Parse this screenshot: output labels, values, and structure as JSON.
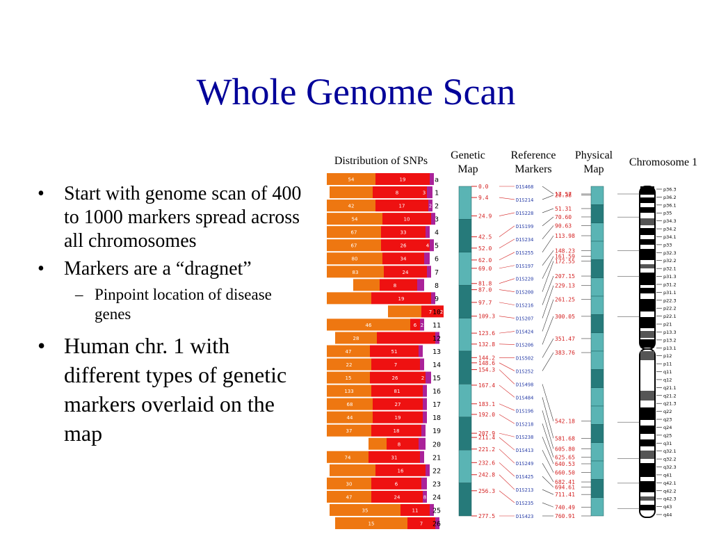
{
  "slide": {
    "title": "Whole Genome Scan",
    "bullets": [
      "Start with genome scan of 400 to 1000 markers spread across all chromosomes",
      "Markers are a “dragnet”",
      "Human chr. 1 with different types of genetic markers overlaid on the map"
    ],
    "sub_bullets": [
      "Pinpoint location of disease genes"
    ]
  },
  "labels": {
    "snps": "Distribution of SNPs",
    "genetic": [
      "Genetic",
      "Map"
    ],
    "reference": [
      "Reference",
      "Markers"
    ],
    "physical": [
      "Physical",
      "Map"
    ],
    "chromosome": "Chromosome 1"
  },
  "colors": {
    "title": "#000099",
    "orange": "#ee7711",
    "red": "#ee1111",
    "purple": "#aa2299",
    "teal_light": "#5ab4b4",
    "teal_dark": "#267a7a",
    "red_text": "#d42020",
    "blue_text": "#2a3fa8"
  },
  "snp_rows": [
    {
      "label": "a",
      "segs": [
        [
          "o",
          54
        ],
        [
          "r",
          19
        ],
        [
          "p",
          ""
        ]
      ]
    },
    {
      "label": "1",
      "segs": [
        [
          "o",
          ""
        ],
        [
          "r",
          8
        ],
        [
          "r",
          3
        ],
        [
          "p",
          ""
        ]
      ]
    },
    {
      "label": "2",
      "segs": [
        [
          "o",
          42
        ],
        [
          "r",
          17
        ],
        [
          "p",
          2
        ]
      ]
    },
    {
      "label": "3",
      "segs": [
        [
          "o",
          54
        ],
        [
          "r",
          10
        ],
        [
          "p",
          ""
        ]
      ]
    },
    {
      "label": "4",
      "segs": [
        [
          "o",
          67
        ],
        [
          "r",
          33
        ],
        [
          "p",
          ""
        ]
      ]
    },
    {
      "label": "5",
      "segs": [
        [
          "o",
          67
        ],
        [
          "r",
          26
        ],
        [
          "r",
          4
        ],
        [
          "p",
          ""
        ]
      ]
    },
    {
      "label": "6",
      "segs": [
        [
          "o",
          80
        ],
        [
          "r",
          34
        ],
        [
          "p",
          ""
        ]
      ]
    },
    {
      "label": "7",
      "segs": [
        [
          "o",
          83
        ],
        [
          "r",
          24
        ],
        [
          "p",
          ""
        ]
      ]
    },
    {
      "label": "8",
      "segs": [
        [
          "o",
          ""
        ],
        [
          "r",
          8
        ],
        [
          "r",
          ""
        ],
        [
          "p",
          ""
        ]
      ]
    },
    {
      "label": "9",
      "segs": [
        [
          "o",
          ""
        ],
        [
          "r",
          19
        ],
        [
          "p",
          ""
        ]
      ]
    },
    {
      "label": "10",
      "segs": [
        [
          "o",
          ""
        ],
        [
          "r",
          7
        ],
        [
          "r",
          2
        ],
        [
          "p",
          ""
        ]
      ]
    },
    {
      "label": "11",
      "segs": [
        [
          "o",
          46
        ],
        [
          "r",
          6
        ],
        [
          "p",
          2
        ]
      ]
    },
    {
      "label": "12",
      "segs": [
        [
          "o",
          28
        ],
        [
          "r",
          ""
        ],
        [
          "p",
          ""
        ]
      ]
    },
    {
      "label": "13",
      "segs": [
        [
          "o",
          47
        ],
        [
          "r",
          51
        ],
        [
          "p",
          ""
        ]
      ]
    },
    {
      "label": "14",
      "segs": [
        [
          "o",
          22
        ],
        [
          "r",
          7
        ],
        [
          "p",
          ""
        ]
      ]
    },
    {
      "label": "15",
      "segs": [
        [
          "o",
          15
        ],
        [
          "r",
          26
        ],
        [
          "r",
          2
        ],
        [
          "p",
          ""
        ]
      ]
    },
    {
      "label": "16",
      "segs": [
        [
          "o",
          133
        ],
        [
          "r",
          81
        ],
        [
          "p",
          ""
        ]
      ]
    },
    {
      "label": "17",
      "segs": [
        [
          "o",
          68
        ],
        [
          "r",
          27
        ],
        [
          "p",
          ""
        ]
      ]
    },
    {
      "label": "18",
      "segs": [
        [
          "o",
          44
        ],
        [
          "r",
          19
        ],
        [
          "p",
          ""
        ]
      ]
    },
    {
      "label": "19",
      "segs": [
        [
          "o",
          37
        ],
        [
          "r",
          18
        ],
        [
          "p",
          ""
        ]
      ]
    },
    {
      "label": "20",
      "segs": [
        [
          "o",
          ""
        ],
        [
          "r",
          8
        ],
        [
          "r",
          ""
        ],
        [
          "p",
          ""
        ]
      ]
    },
    {
      "label": "21",
      "segs": [
        [
          "o",
          74
        ],
        [
          "r",
          31
        ],
        [
          "p",
          ""
        ]
      ]
    },
    {
      "label": "22",
      "segs": [
        [
          "o",
          ""
        ],
        [
          "r",
          16
        ],
        [
          "p",
          ""
        ]
      ]
    },
    {
      "label": "23",
      "segs": [
        [
          "o",
          30
        ],
        [
          "r",
          6
        ],
        [
          "p",
          ""
        ]
      ]
    },
    {
      "label": "24",
      "segs": [
        [
          "o",
          47
        ],
        [
          "r",
          24
        ],
        [
          "p",
          8
        ]
      ]
    },
    {
      "label": "25",
      "segs": [
        [
          "o",
          35
        ],
        [
          "r",
          11
        ],
        [
          "p",
          ""
        ]
      ]
    },
    {
      "label": "26",
      "segs": [
        [
          "o",
          15
        ],
        [
          "r",
          7
        ],
        [
          "p",
          ""
        ]
      ]
    }
  ],
  "genetic_values": [
    "0.0",
    "9.4",
    "24.9",
    "42.5",
    "52.0",
    "62.0",
    "69.0",
    "81.8",
    "87.0",
    "97.7",
    "109.3",
    "123.6",
    "132.8",
    "144.2",
    "148.6",
    "154.3",
    "167.4",
    "183.1",
    "192.0",
    "207.9",
    "211.4",
    "221.2",
    "232.6",
    "242.8",
    "256.3",
    "277.5"
  ],
  "reference_markers": [
    "D1S468",
    "D1S214",
    "D1S228",
    "D1S199",
    "D1S234",
    "D1S255",
    "D1S197",
    "D1S220",
    "D1S200",
    "D1S216",
    "D1S207",
    "D1S424",
    "D1S206",
    "D1S502",
    "D1S252",
    "D1S498",
    "D1S484",
    "D1S196",
    "D1S218",
    "D1S238",
    "D1S413",
    "D1S249",
    "D1S425",
    "D1S213",
    "D1S235",
    "D1S423"
  ],
  "physical_values": [
    "17.57",
    "20.38",
    "51.31",
    "70.60",
    "90.63",
    "113.98",
    "148.23",
    "161.59",
    "172.55",
    "207.15",
    "229.13",
    "261.25",
    "300.05",
    "351.47",
    "383.76",
    "542.18",
    "581.68",
    "605.80",
    "625.65",
    "640.53",
    "660.50",
    "682.41",
    "694.61",
    "711.41",
    "740.49",
    "760.91"
  ],
  "band_labels": [
    "p36.3",
    "p36.2",
    "p36.1",
    "p35",
    "p34.3",
    "p34.2",
    "p34.1",
    "p33",
    "p32.3",
    "p32.2",
    "p32.1",
    "p31.3",
    "p31.2",
    "p31.1",
    "p22.3",
    "p22.2",
    "p22.1",
    "p21",
    "p13.3",
    "p13.2",
    "p13.1",
    "p12",
    "p11",
    "q11",
    "q12",
    "q21.1",
    "q21.2",
    "q21.3",
    "q22",
    "q23",
    "q24",
    "q25",
    "q31",
    "q32.1",
    "q32.2",
    "q32.3",
    "q41",
    "q42.1",
    "q42.2",
    "q42.3",
    "q43",
    "q44"
  ]
}
